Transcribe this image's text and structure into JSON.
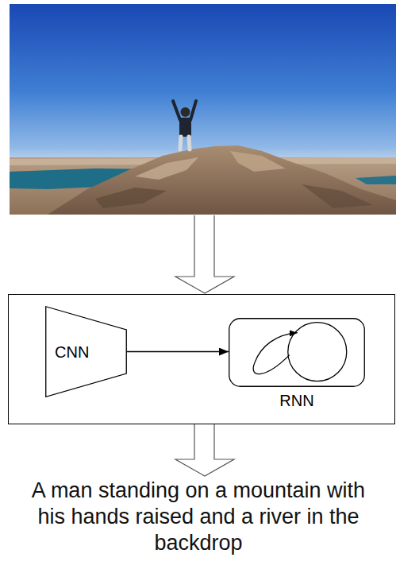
{
  "diagram": {
    "nodes": [
      {
        "text": [
          "CNN"
        ]
      },
      {
        "text": [
          "RNN"
        ]
      }
    ],
    "edges": [
      {
        "from": 0,
        "to": 1,
        "arrow": "to"
      }
    ],
    "labels": [
      "A man standing on a mountain with his hands raised and a river in the backdrop"
    ]
  }
}
